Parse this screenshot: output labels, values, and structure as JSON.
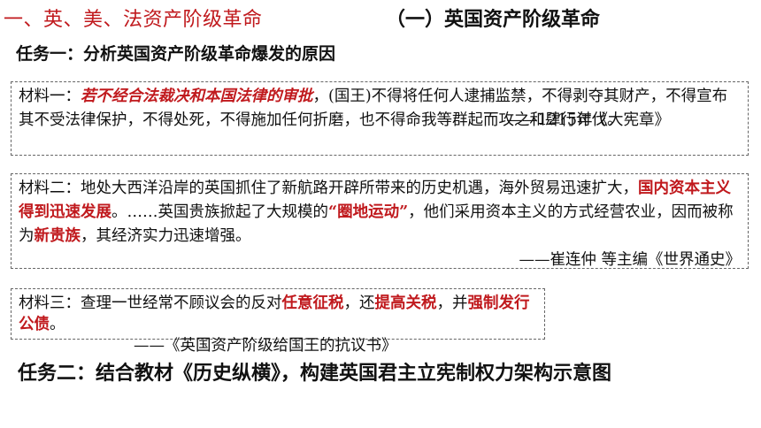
{
  "header": {
    "chapter_title": "一、英、美、法资产阶级革命",
    "section_title": "（一）英国资产阶级革命"
  },
  "task1": "任务一：分析英国资产阶级革命爆发的原因",
  "material1": {
    "prefix": "材料一：",
    "highlight": "若不经合法裁决和本国法律的审批",
    "text_a": "，(国王)不得将任何人逮捕监禁，不得剥夺其财产，不得宣布其不受法律保护，不得处死，不得施加任何折磨，也不得命我等群起而攻之和肆行讨伐。",
    "source": "——1215年《大宪章》"
  },
  "material2": {
    "prefix": "材料二：",
    "text_a": "地处大西洋沿岸的英国抓住了新航路开辟所带来的历史机遇，海外贸易迅速扩大，",
    "highlight_a": "国内资本主义得到迅速发展",
    "text_b": "。……英国贵族掀起了大规模的",
    "highlight_b": "“圈地运动”",
    "text_c": "，他们采用资本主义的方式经营农业，因而被称为",
    "highlight_c": "新贵族",
    "text_d": "，其经济实力迅速增强。",
    "source": "——崔连仲  等主编《世界通史》"
  },
  "material3": {
    "prefix": "材料三：",
    "text_a": "查理一世经常不顾议会的反对",
    "highlight_a": "任意征税",
    "text_b": "，还",
    "highlight_b": "提高关税",
    "text_c": "，并",
    "highlight_c": "强制发行公债",
    "text_d": "。",
    "source": "——《英国资产阶级给国王的抗议书》"
  },
  "task2": "任务二：结合教材《历史纵横》，构建英国君主立宪制权力架构示意图"
}
